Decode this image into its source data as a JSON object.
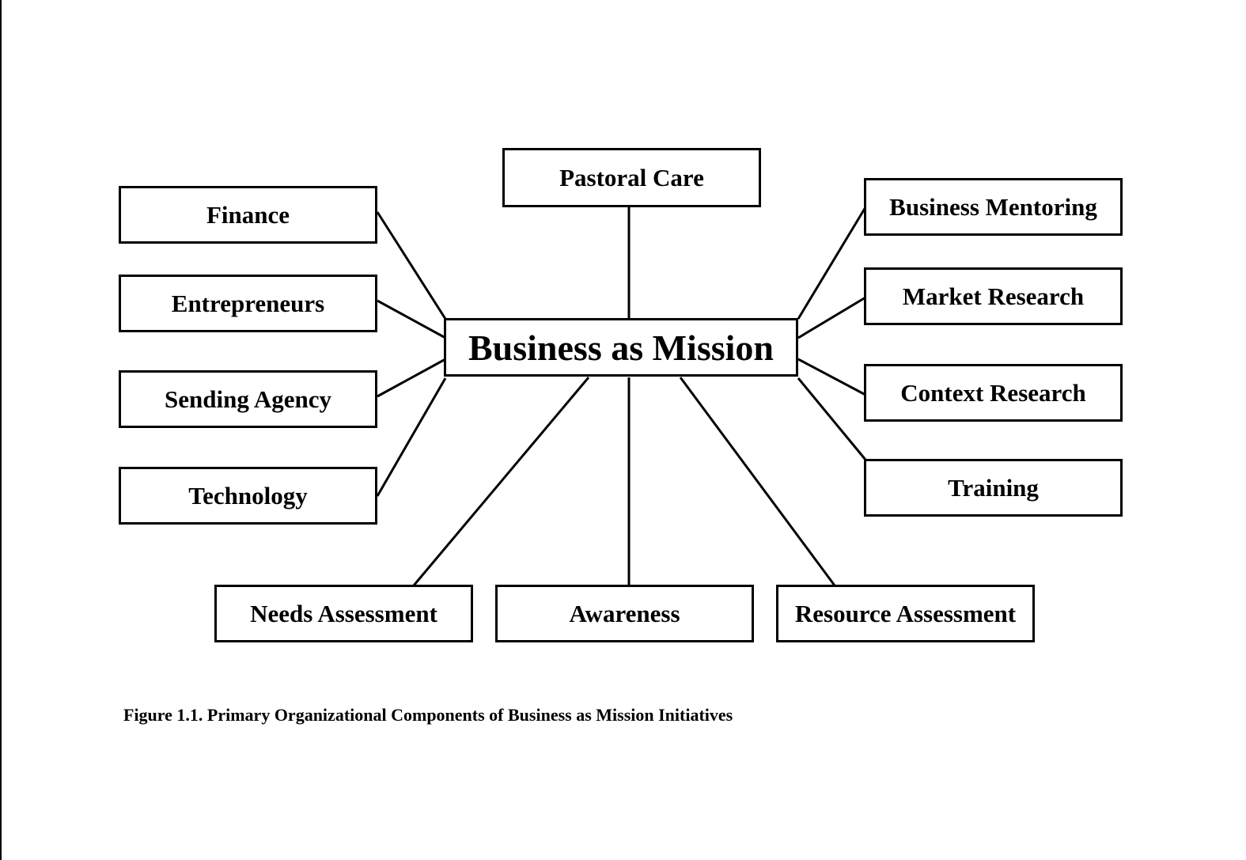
{
  "diagram": {
    "center": {
      "label": "Business as Mission"
    },
    "nodes": {
      "top": [
        {
          "label": "Pastoral Care"
        }
      ],
      "left": [
        {
          "label": "Finance"
        },
        {
          "label": "Entrepreneurs"
        },
        {
          "label": "Sending Agency"
        },
        {
          "label": "Technology"
        }
      ],
      "right": [
        {
          "label": "Business Mentoring"
        },
        {
          "label": "Market Research"
        },
        {
          "label": "Context Research"
        },
        {
          "label": "Training"
        }
      ],
      "bottom": [
        {
          "label": "Needs Assessment"
        },
        {
          "label": "Awareness"
        },
        {
          "label": "Resource Assessment"
        }
      ]
    },
    "edges": [
      [
        "Business as Mission",
        "Pastoral Care"
      ],
      [
        "Business as Mission",
        "Finance"
      ],
      [
        "Business as Mission",
        "Entrepreneurs"
      ],
      [
        "Business as Mission",
        "Sending Agency"
      ],
      [
        "Business as Mission",
        "Technology"
      ],
      [
        "Business as Mission",
        "Business Mentoring"
      ],
      [
        "Business as Mission",
        "Market Research"
      ],
      [
        "Business as Mission",
        "Context Research"
      ],
      [
        "Business as Mission",
        "Training"
      ],
      [
        "Business as Mission",
        "Needs Assessment"
      ],
      [
        "Business as Mission",
        "Awareness"
      ],
      [
        "Business as Mission",
        "Resource Assessment"
      ]
    ],
    "line_color": "#000000",
    "box_border_color": "#000000"
  },
  "caption": "Figure 1.1. Primary Organizational Components of Business as Mission Initiatives"
}
